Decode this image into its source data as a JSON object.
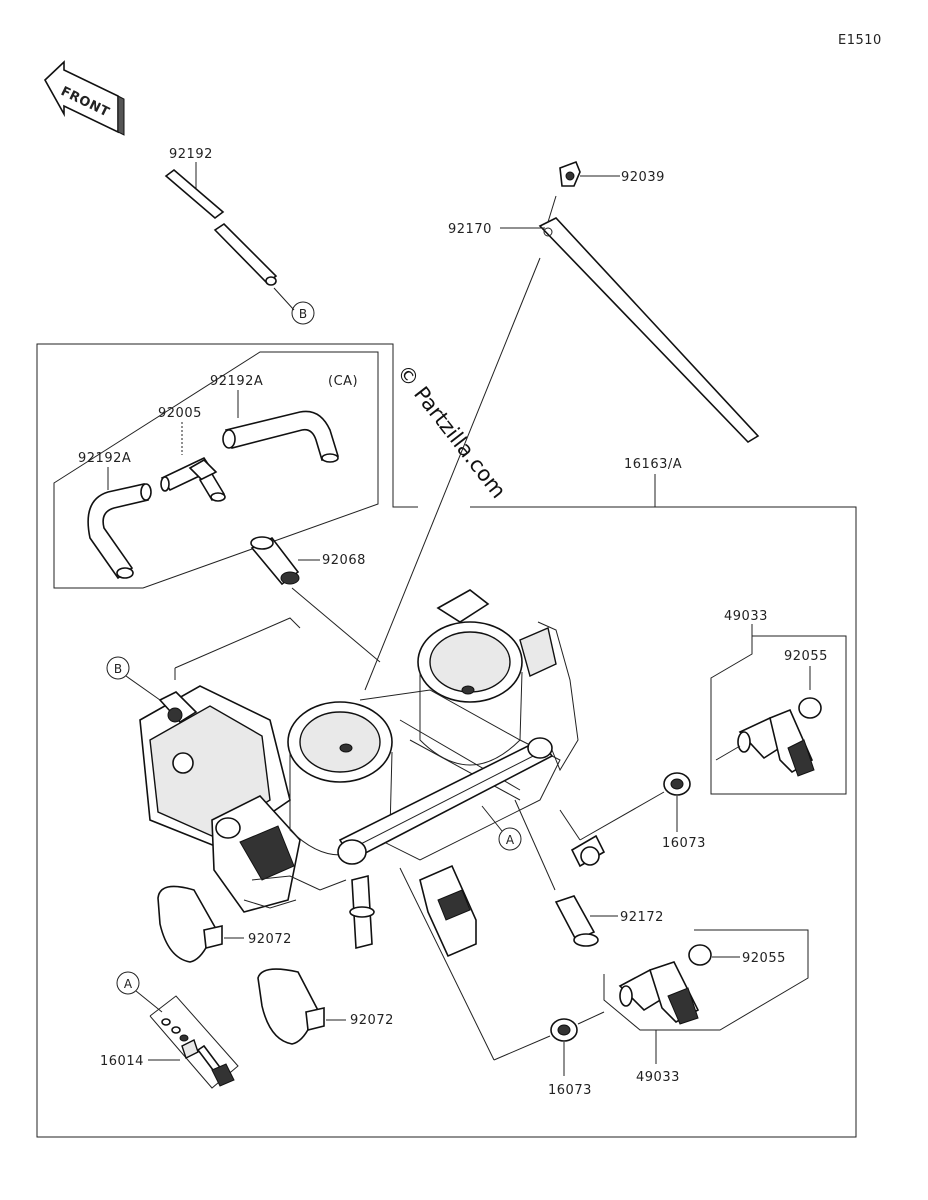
{
  "diagram_code": "E1510",
  "front_label": "FRONT",
  "watermark": "© Partzilla.com",
  "callouts": {
    "B": "B",
    "A": "A"
  },
  "part_labels": {
    "hose_top": "92192",
    "clip_bolt": "92039",
    "band_long": "92170",
    "hose_ca": "92192A",
    "ca_note": "(CA)",
    "joint": "92005",
    "hose_ca_left": "92192A",
    "assembly": "16163/A",
    "cap": "92068",
    "injector_upper": "49033",
    "oring_upper": "92055",
    "seal_upper": "16073",
    "screw": "92172",
    "clamp_upper": "92072",
    "clamp_lower": "92072",
    "oring_lower": "92055",
    "screw_kit": "16014",
    "seal_lower": "16073",
    "injector_lower": "49033"
  }
}
